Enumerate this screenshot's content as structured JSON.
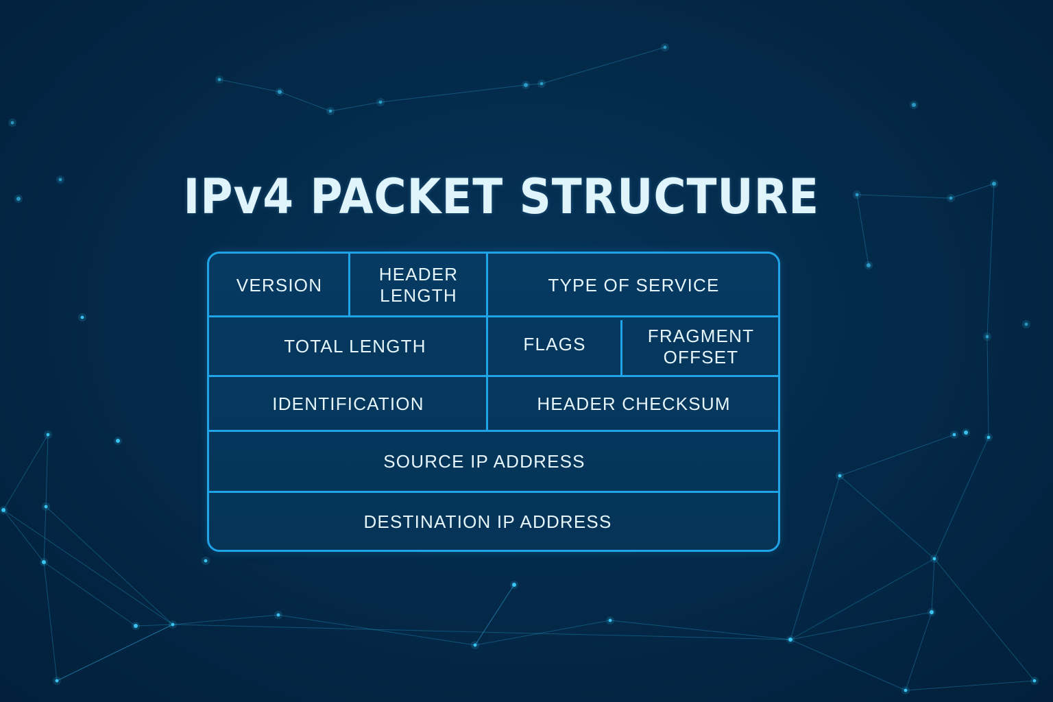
{
  "title": "IPv4 PACKET STRUCTURE",
  "colors": {
    "background": "#042a4a",
    "table_fill": "#053457",
    "grid_line": "#20a4e8",
    "text": "#e6f6fb",
    "node": "#3fd0ff"
  },
  "fields": {
    "version": "VERSION",
    "header_length": "HEADER\nLENGTH",
    "type_of_service": "TYPE  OF  SERVICE",
    "total_length": "TOTAL  LENGTH",
    "flags": "FLAGS",
    "fragment_offset": "FRAGMENT\nOFFSET",
    "identification": "IDENTIFICATION",
    "header_checksum": "HEADER CHECKSUM",
    "source_ip": "SOURCE IP ADDRESS",
    "destination_ip": "DESTINATION IP ADDRESS"
  },
  "background_decoration": "network-mesh"
}
